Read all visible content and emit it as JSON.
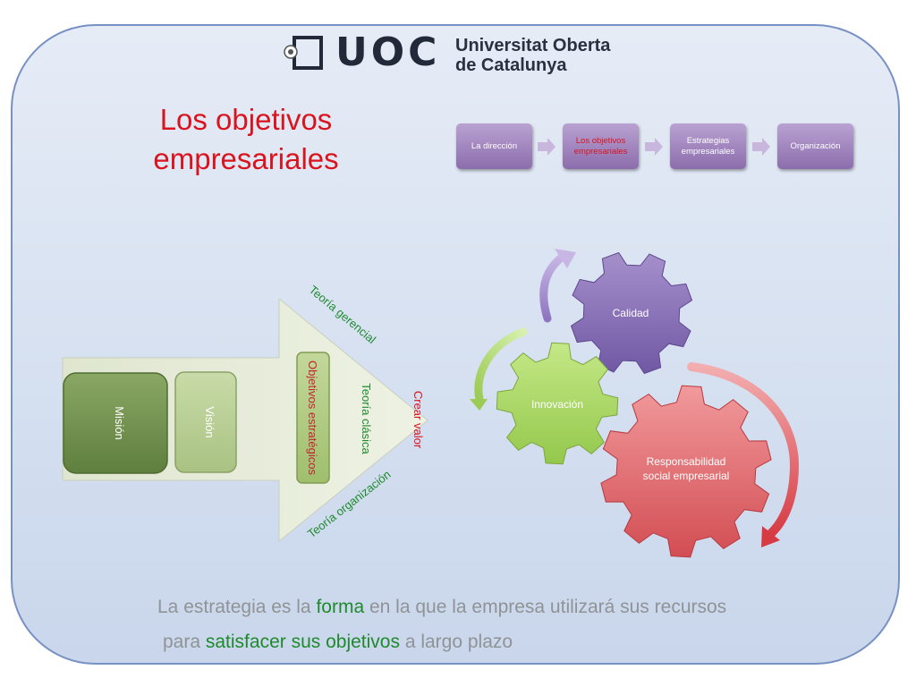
{
  "logo": {
    "text": "UOC",
    "name_line1": "Universitat Oberta",
    "name_line2": "de Catalunya"
  },
  "title": {
    "line1": "Los objetivos",
    "line2": "empresariales"
  },
  "process_steps": [
    {
      "label_line1": "La dirección",
      "label_line2": "",
      "active": false
    },
    {
      "label_line1": "Los objetivos",
      "label_line2": "empresariales",
      "active": true
    },
    {
      "label_line1": "Estrategias",
      "label_line2": "empresariales",
      "active": false
    },
    {
      "label_line1": "Organización",
      "label_line2": "",
      "active": false
    }
  ],
  "arrow_diagram": {
    "boxes": [
      "Misión",
      "Visión",
      "Objetivos estratégicos"
    ],
    "theories": [
      "Teoría gerencial",
      "Teoría clásica",
      "Teoría organización"
    ],
    "outcome": "Crear valor"
  },
  "gears": {
    "calidad": "Calidad",
    "innovacion": "Innovación",
    "responsabilidad_line1": "Responsabilidad",
    "responsabilidad_line2": "social empresarial"
  },
  "statement": {
    "line1": {
      "before": "La estrategia es la ",
      "emphasis": "forma",
      "after": " en la que la empresa utilizará sus recursos"
    },
    "line2": {
      "before": "para ",
      "emphasis": "satisfacer sus objetivos",
      "after": " a largo plazo"
    }
  },
  "colors": {
    "title_red": "#d9141f",
    "step_purple": "#8c6dac",
    "gear_purple": "#8466b4",
    "gear_green": "#a6d55f",
    "gear_red": "#e46a6e",
    "emphasis_green": "#1f8a2d",
    "border_blue": "#7891c4"
  }
}
